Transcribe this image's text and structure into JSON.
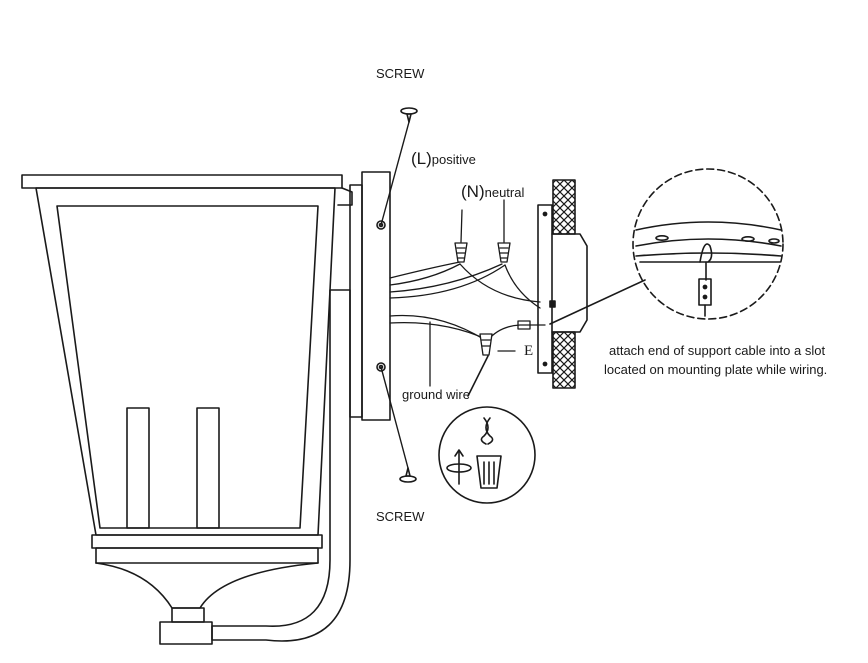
{
  "labels": {
    "screw_top": "SCREW",
    "screw_bottom": "SCREW",
    "line_prefix": "(L)",
    "line_word": "positive",
    "neutral_prefix": "(N)",
    "neutral_word": "neutral",
    "earth": "E",
    "ground_wire": "ground wire",
    "note_line1": "attach end of support cable into a slot",
    "note_line2": "located on mounting plate while wiring."
  }
}
